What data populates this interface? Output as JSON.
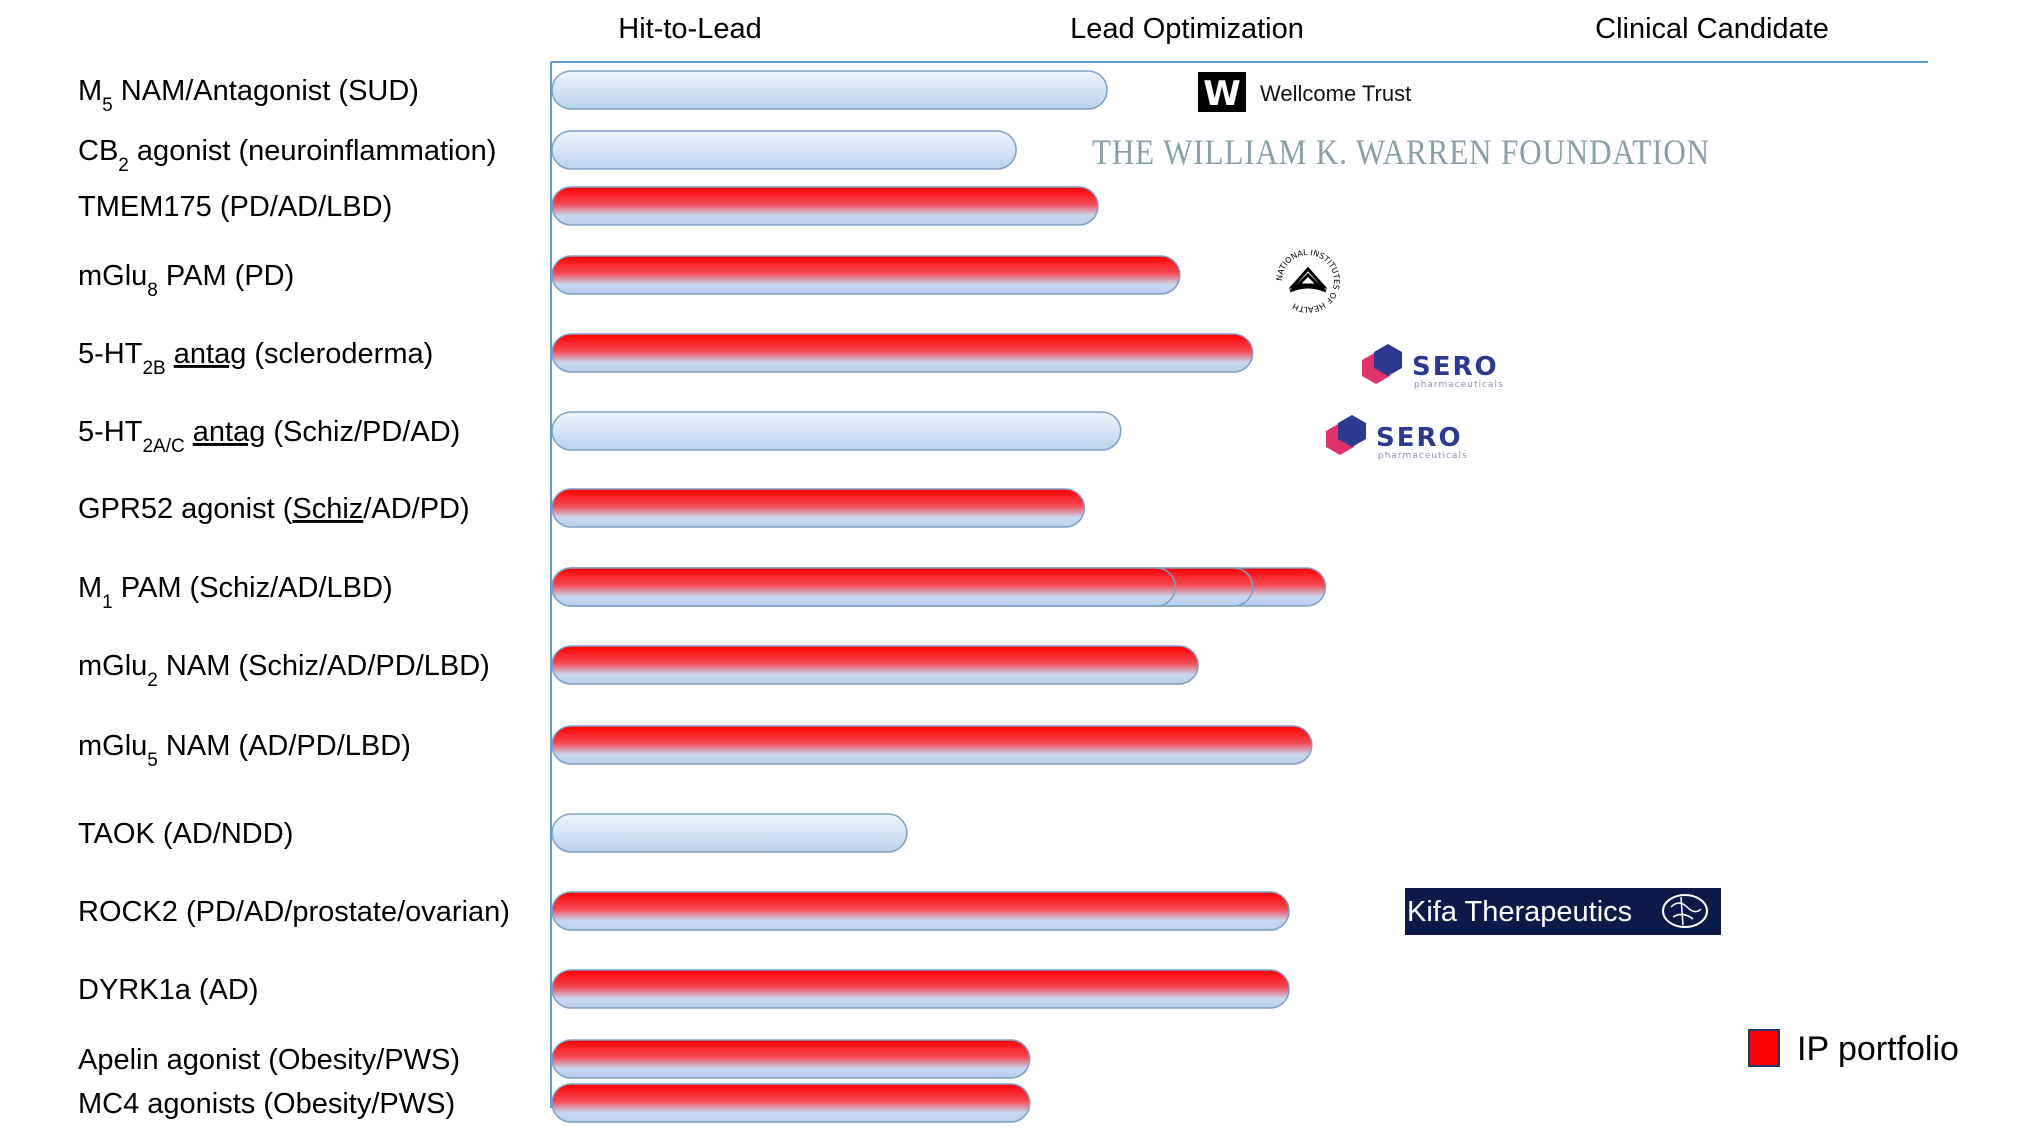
{
  "chart_data": {
    "type": "bar",
    "orientation": "horizontal",
    "phases": [
      "Hit-to-Lead",
      "Lead Optimization",
      "Clinical Candidate"
    ],
    "xlim": [
      0,
      3
    ],
    "programs": [
      {
        "pre": "M",
        "sub": "5",
        "post": " NAM/Antagonist (SUD)",
        "progress": 1.22,
        "ip": false,
        "logo": "wellcome"
      },
      {
        "pre": "CB",
        "sub": "2",
        "post": " agonist (neuroinflammation)",
        "progress": 1.02,
        "ip": false,
        "logo": "warren"
      },
      {
        "pre": "TMEM175 (PD/AD/LBD)",
        "sub": "",
        "post": "",
        "progress": 1.2,
        "ip": true
      },
      {
        "pre": "mGlu",
        "sub": "8",
        "post": " PAM (PD)",
        "progress": 1.38,
        "ip": true,
        "logo": "nih"
      },
      {
        "pre": "5-HT",
        "sub": "2B",
        "post": " ",
        "spell": "antag",
        "post2": " (scleroderma)",
        "progress": 1.54,
        "ip": true,
        "logo": "sero"
      },
      {
        "pre": "5-HT",
        "sub": "2A/C",
        "post": " ",
        "spell": "antag",
        "post2": " (Schiz/PD/AD)",
        "progress": 1.25,
        "ip": false,
        "logo": "sero"
      },
      {
        "pre": "GPR52 agonist (",
        "sub": "",
        "spell": "Schiz",
        "post2": "/AD/PD)",
        "progress": 1.17,
        "ip": true
      },
      {
        "pre": "M",
        "sub": "1",
        "post": " PAM (Schiz/AD/LBD)",
        "progress": 1.7,
        "ip": true,
        "stacked": [
          1.37,
          1.54
        ]
      },
      {
        "pre": "mGlu",
        "sub": "2",
        "post": " NAM (Schiz/AD/PD/LBD)",
        "progress": 1.42,
        "ip": true
      },
      {
        "pre": "mGlu",
        "sub": "5",
        "post": " NAM (AD/PD/LBD)",
        "progress": 1.67,
        "ip": true
      },
      {
        "pre": "TAOK (AD/NDD)",
        "sub": "",
        "post": "",
        "progress": 0.78,
        "ip": false
      },
      {
        "pre": "ROCK2 (PD/AD/prostate/ovarian)",
        "sub": "",
        "post": "",
        "progress": 1.62,
        "ip": true,
        "logo": "kifa"
      },
      {
        "pre": "DYRK1a (AD)",
        "sub": "",
        "post": "",
        "progress": 1.62,
        "ip": true
      },
      {
        "pre": "Apelin agonist (Obesity/PWS)",
        "sub": "",
        "post": "",
        "progress": 1.05,
        "ip": true
      },
      {
        "pre": "MC4 agonists (Obesity/PWS)",
        "sub": "",
        "post": "",
        "progress": 1.05,
        "ip": true
      }
    ],
    "legend": {
      "label": "IP portfolio",
      "color": "#ff0000",
      "placement": "bottom-right"
    }
  },
  "logos": {
    "wellcome": {
      "mark": "W",
      "name": "Wellcome Trust"
    },
    "warren": {
      "name": "THE WILLIAM K. WARREN FOUNDATION"
    },
    "nih": {
      "ring": "NATIONAL INSTITUTES OF HEALTH"
    },
    "sero": {
      "name": "SERO",
      "sub": "pharmaceuticals"
    },
    "kifa": {
      "name": "Kifa Therapeutics"
    }
  },
  "colors": {
    "axis": "#5b9bd5",
    "bar_light": "#c9dcf0",
    "bar_red": "#ff0000",
    "sero_blue": "#2b3a8f",
    "sero_pink": "#e0336a",
    "kifa_bg": "#0c1a4a"
  }
}
